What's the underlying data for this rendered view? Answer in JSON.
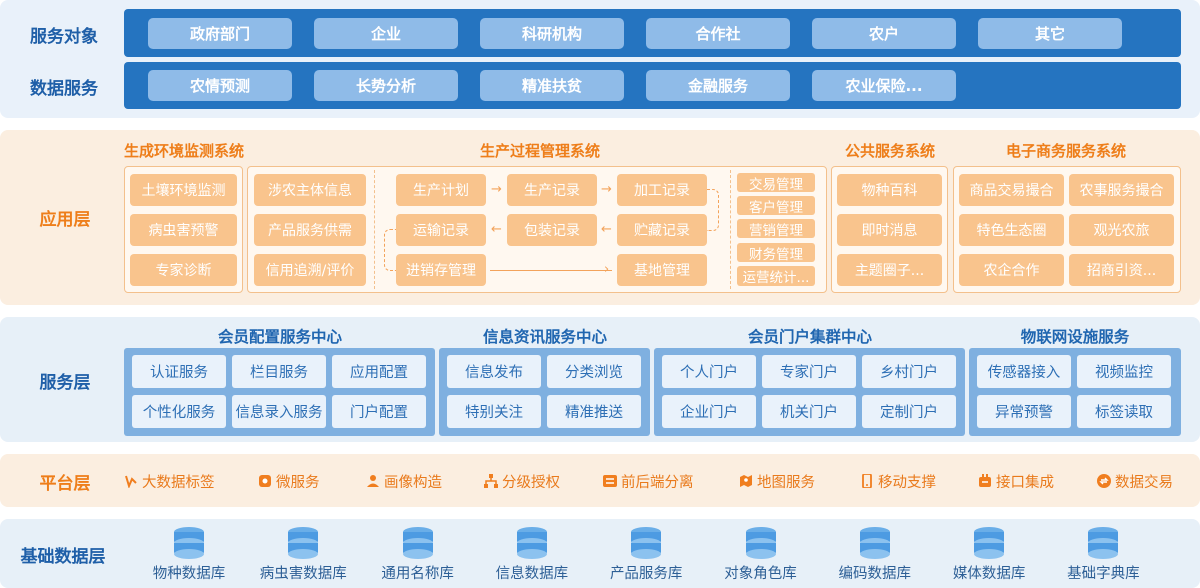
{
  "top": {
    "service_objects_label": "服务对象",
    "service_objects": [
      "政府部门",
      "企业",
      "科研机构",
      "合作社",
      "农户",
      "其它"
    ],
    "data_services_label": "数据服务",
    "data_services": [
      "农情预测",
      "长势分析",
      "精准扶贫",
      "金融服务",
      "农业保险..."
    ]
  },
  "app": {
    "label": "应用层",
    "env": {
      "title": "生成环境监测系统",
      "items": [
        "土壤环境监测",
        "病虫害预警",
        "专家诊断"
      ]
    },
    "prod": {
      "title": "生产过程管理系统",
      "left": [
        "涉农主体信息",
        "产品服务供需",
        "信用追溯/评价"
      ],
      "flow": [
        "生产计划",
        "生产记录",
        "加工记录",
        "运输记录",
        "包装记录",
        "贮藏记录",
        "进销存管理",
        "基地管理"
      ],
      "right": [
        "交易管理",
        "客户管理",
        "营销管理",
        "财务管理",
        "运营统计..."
      ]
    },
    "public": {
      "title": "公共服务系统",
      "items": [
        "物种百科",
        "即时消息",
        "主题圈子..."
      ]
    },
    "ecom": {
      "title": "电子商务服务系统",
      "items": [
        "商品交易撮合",
        "农事服务撮合",
        "特色生态圈",
        "观光农旅",
        "农企合作",
        "招商引资..."
      ]
    }
  },
  "service": {
    "label": "服务层",
    "member": {
      "title": "会员配置服务中心",
      "items": [
        "认证服务",
        "栏目服务",
        "应用配置",
        "个性化服务",
        "信息录入服务",
        "门户配置"
      ]
    },
    "info": {
      "title": "信息资讯服务中心",
      "items": [
        "信息发布",
        "分类浏览",
        "特别关注",
        "精准推送"
      ]
    },
    "portal": {
      "title": "会员门户集群中心",
      "items": [
        "个人门户",
        "专家门户",
        "乡村门户",
        "企业门户",
        "机关门户",
        "定制门户"
      ]
    },
    "iot": {
      "title": "物联网设施服务",
      "items": [
        "传感器接入",
        "视频监控",
        "异常预警",
        "标签读取"
      ]
    }
  },
  "platform": {
    "label": "平台层",
    "items": [
      {
        "icon": "branch-icon",
        "text": "大数据标签"
      },
      {
        "icon": "microservice-icon",
        "text": "微服务"
      },
      {
        "icon": "user-portrait-icon",
        "text": "画像构造"
      },
      {
        "icon": "hierarchy-icon",
        "text": "分级授权"
      },
      {
        "icon": "split-icon",
        "text": "前后端分离"
      },
      {
        "icon": "map-icon",
        "text": "地图服务"
      },
      {
        "icon": "mobile-icon",
        "text": "移动支撑"
      },
      {
        "icon": "interface-icon",
        "text": "接口集成"
      },
      {
        "icon": "exchange-icon",
        "text": "数据交易"
      }
    ]
  },
  "base": {
    "label": "基础数据层",
    "items": [
      "物种数据库",
      "病虫害数据库",
      "通用名称库",
      "信息数据库",
      "产品服务库",
      "对象角色库",
      "编码数据库",
      "媒体数据库",
      "基础字典库"
    ]
  },
  "colors": {
    "blue": "#2574c0",
    "orange": "#ee7e1a",
    "chip_orange": "#f9c48d",
    "chip_blue": "#8fbbe8"
  }
}
